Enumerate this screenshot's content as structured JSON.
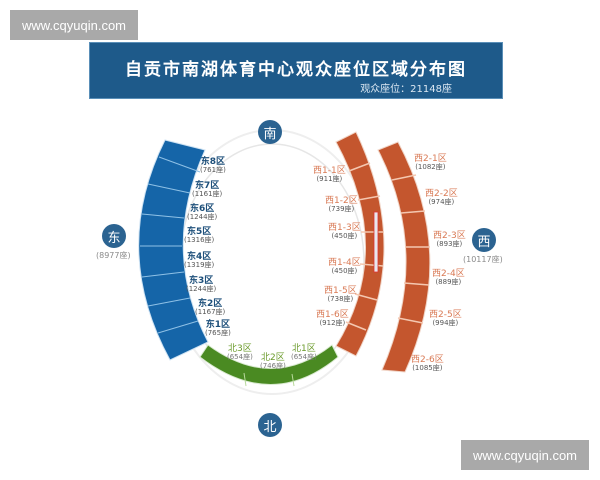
{
  "watermarks": {
    "top": "www.cqyuqin.com",
    "bottom": "www.cqyuqin.com"
  },
  "header": {
    "title": "自贡市南湖体育中心观众座位区域分布图",
    "subtitle": "观众座位：21148座"
  },
  "colors": {
    "banner": "#1e5a8a",
    "east": "#1565a8",
    "north": "#4a8a22",
    "west": "#c4562e",
    "direction_badge": "#2b6391"
  },
  "directions": {
    "south": {
      "label": "南"
    },
    "north": {
      "label": "北"
    },
    "east": {
      "label": "东",
      "total": "(8977座)"
    },
    "west": {
      "label": "西",
      "total": "(10117座)"
    }
  },
  "east_sections": [
    {
      "name": "东8区",
      "seats": "(761座)"
    },
    {
      "name": "东7区",
      "seats": "(1161座)"
    },
    {
      "name": "东6区",
      "seats": "(1244座)"
    },
    {
      "name": "东5区",
      "seats": "(1316座)"
    },
    {
      "name": "东4区",
      "seats": "(1319座)"
    },
    {
      "name": "东3区",
      "seats": "(1244座)"
    },
    {
      "name": "东2区",
      "seats": "(1167座)"
    },
    {
      "name": "东1区",
      "seats": "(765座)"
    }
  ],
  "north_sections": [
    {
      "name": "北3区",
      "seats": "(654座)"
    },
    {
      "name": "北2区",
      "seats": "(746座)"
    },
    {
      "name": "北1区",
      "seats": "(654座)"
    }
  ],
  "west1_sections": [
    {
      "name": "西1-1区",
      "seats": "(911座)"
    },
    {
      "name": "西1-2区",
      "seats": "(739座)"
    },
    {
      "name": "西1-3区",
      "seats": "(450座)"
    },
    {
      "name": "西1-4区",
      "seats": "(450座)"
    },
    {
      "name": "西1-5区",
      "seats": "(738座)"
    },
    {
      "name": "西1-6区",
      "seats": "(912座)"
    }
  ],
  "west2_sections": [
    {
      "name": "西2-1区",
      "seats": "(1082座)"
    },
    {
      "name": "西2-2区",
      "seats": "(974座)"
    },
    {
      "name": "西2-3区",
      "seats": "(893座)"
    },
    {
      "name": "西2-4区",
      "seats": "(889座)"
    },
    {
      "name": "西2-5区",
      "seats": "(994座)"
    },
    {
      "name": "西2-6区",
      "seats": "(1085座)"
    }
  ]
}
